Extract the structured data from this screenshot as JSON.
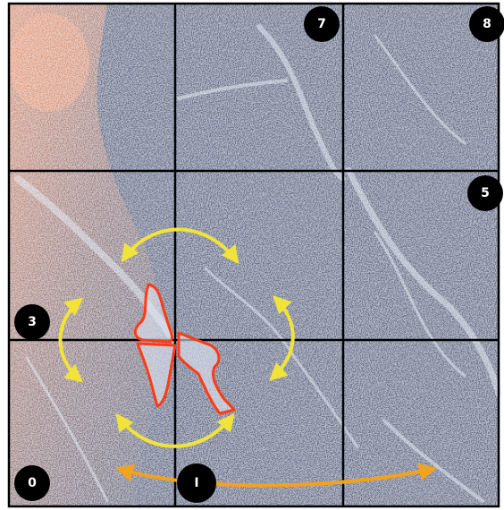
{
  "image": {
    "grid": {
      "rows": 3,
      "cols": 3
    },
    "badges": [
      {
        "id": "0",
        "label": "0"
      },
      {
        "id": "1",
        "label": "I"
      },
      {
        "id": "3",
        "label": "3"
      },
      {
        "id": "5",
        "label": "5"
      },
      {
        "id": "7",
        "label": "7"
      },
      {
        "id": "8",
        "label": "8"
      }
    ],
    "colors": {
      "background": "#6b7289",
      "speckle": "#dfe6f1",
      "warm": "#f5a27d",
      "grid_line": "#000000",
      "yellow_arrows": "#f1e33a",
      "orange_arrow": "#f2a21d",
      "outline": "#ff3b14"
    }
  }
}
